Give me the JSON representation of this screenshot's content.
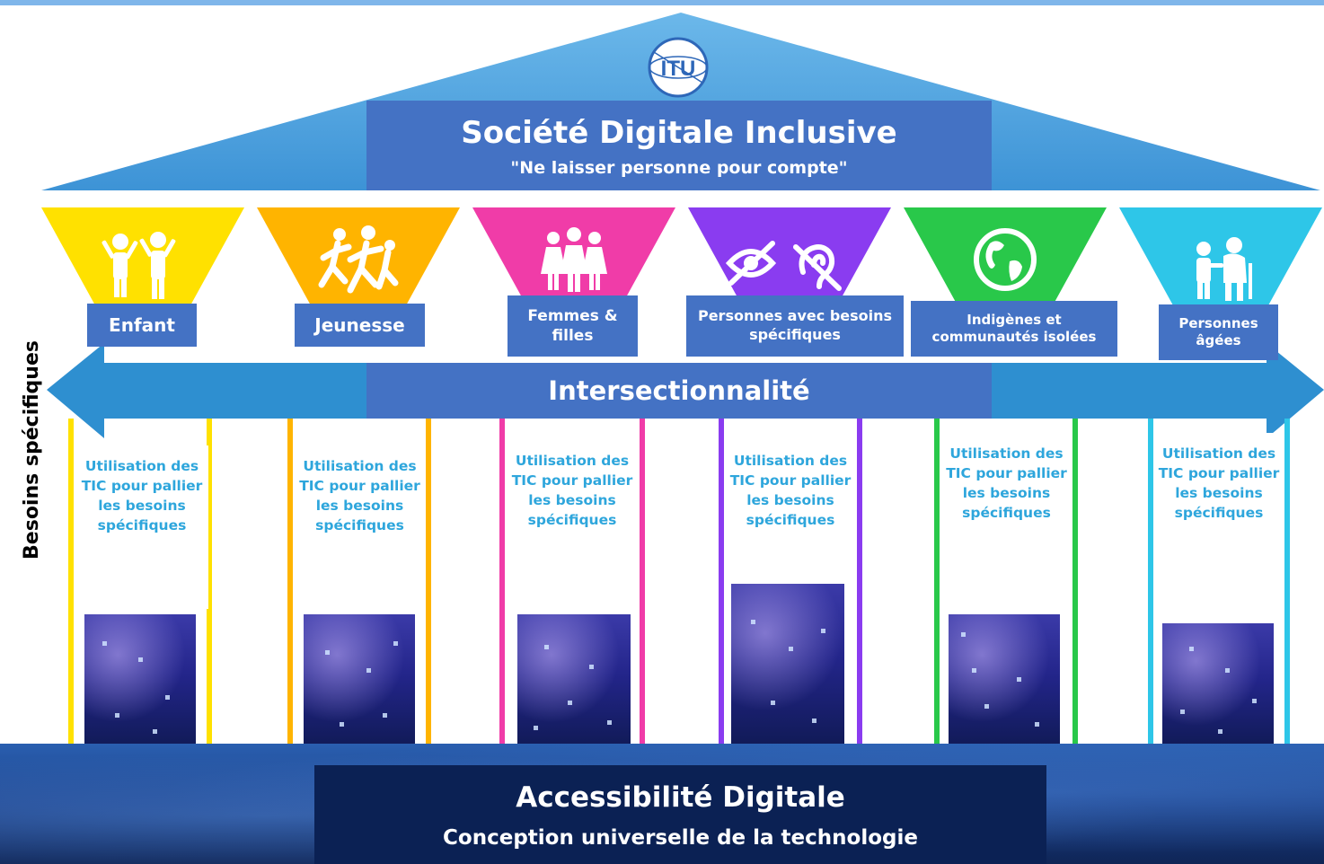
{
  "roof": {
    "logo_text": "ITU",
    "title": "Société Digitale Inclusive",
    "subtitle": "\"Ne laisser personne pour compte\""
  },
  "side_label": "Besoins spécifiques",
  "intersection": "Intersectionnalité",
  "groups": [
    {
      "label": "Enfant",
      "icon": "children-icon",
      "color": "#ffe100",
      "panel": "Utilisation des TIC pour pallier les besoins spécifiques"
    },
    {
      "label": "Jeunesse",
      "icon": "running-youth-icon",
      "color": "#ffb400",
      "panel": "Utilisation des TIC pour pallier les besoins spécifiques"
    },
    {
      "label": "Femmes & filles",
      "icon": "women-girls-icon",
      "color": "#f03ca8",
      "panel": "Utilisation des TIC pour pallier les besoins spécifiques"
    },
    {
      "label": "Personnes avec besoins spécifiques",
      "icon": "eye-ear-slash-icon",
      "color": "#8a3cf0",
      "panel": "Utilisation des TIC pour pallier les besoins spécifiques"
    },
    {
      "label": "Indigènes et communautés isolées",
      "icon": "globe-icon",
      "color": "#29c84a",
      "panel": "Utilisation des TIC pour pallier les besoins spécifiques"
    },
    {
      "label": "Personnes âgées",
      "icon": "elderly-care-icon",
      "color": "#2ec6e8",
      "panel": "Utilisation des TIC pour pallier les besoins spécifiques"
    }
  ],
  "base": {
    "title": "Accessibilité Digitale",
    "subtitle": "Conception universelle de la technologie"
  },
  "colors": {
    "label_bg": "#4472c4",
    "arrow": "#2e8fd0",
    "roof": "#4a9fdc",
    "panel_text": "#2ea6dc",
    "base_box": "#0b2154"
  }
}
